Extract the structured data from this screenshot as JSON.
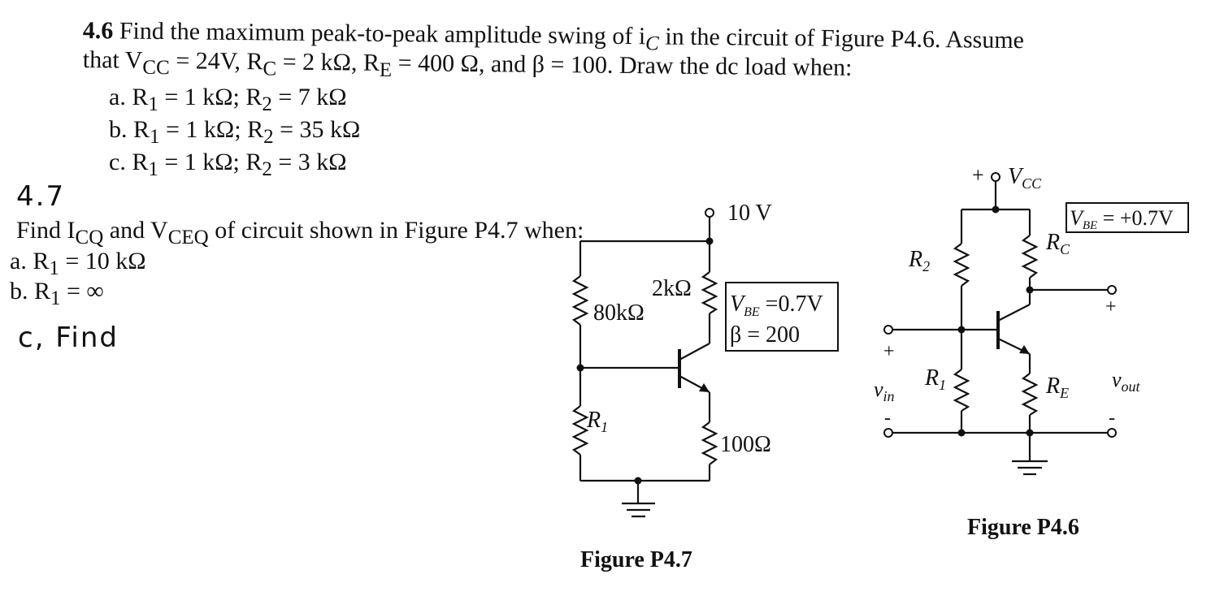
{
  "problem_4_6": {
    "number": "4.6",
    "line1": "Find the maximum peak-to-peak amplitude swing of i",
    "line1_sub": "C",
    "line1_tail": " in the circuit of Figure P4.6. Assume",
    "line2": "that V",
    "line2_sub1": "CC",
    "line2_mid1": " = 24V, R",
    "line2_sub2": "C",
    "line2_mid2": " = 2 kΩ, R",
    "line2_sub3": "E",
    "line2_mid3": " = 400 Ω, and β = 100. Draw the dc load when:",
    "items": [
      {
        "label": "a. R",
        "sub1": "1",
        "v1": " = 1 kΩ; R",
        "sub2": "2",
        "v2": " = 7 kΩ"
      },
      {
        "label": "b. R",
        "sub1": "1",
        "v1": " = 1 kΩ; R",
        "sub2": "2",
        "v2": " = 35 kΩ"
      },
      {
        "label": "c. R",
        "sub1": "1",
        "v1": " = 1 kΩ; R",
        "sub2": "2",
        "v2": " = 3 kΩ"
      }
    ]
  },
  "problem_4_7": {
    "handwritten_number": "4.7",
    "line1_a": "Find I",
    "line1_sub1": "CQ",
    "line1_b": " and V",
    "line1_sub2": "CEQ",
    "line1_c": " of circuit shown in Figure P4.7 when:",
    "item_a": "a. R",
    "item_a_sub": "1",
    "item_a_val": " = 10 kΩ",
    "item_b": "b. R",
    "item_b_sub": "1",
    "item_b_val": " = ∞",
    "handwritten_c": "c, Find"
  },
  "figure_p4_7": {
    "caption": "Figure P4.7",
    "supply": "10 V",
    "r_top": "80kΩ",
    "r_c": "2kΩ",
    "r_bottom": "R",
    "r_bottom_sub": "1",
    "r_e": "100Ω",
    "box_vbe": "V",
    "box_vbe_sub": "BE",
    "box_vbe_val": " =0.7V",
    "box_beta": "β = 200"
  },
  "figure_p4_6": {
    "caption": "Figure P4.6",
    "supply_plus": "+",
    "supply": "V",
    "supply_sub": "CC",
    "box_vbe": "V",
    "box_vbe_sub": "BE",
    "box_vbe_val": " = +0.7V",
    "r2": "R",
    "r2_sub": "2",
    "rc": "R",
    "rc_sub": "C",
    "r1": "R",
    "r1_sub": "1",
    "re": "R",
    "re_sub": "E",
    "vin": "v",
    "vin_sub": "in",
    "vout": "v",
    "vout_sub": "out",
    "plus_in": "+",
    "minus_in": "-",
    "plus_out": "+",
    "minus_out": "-"
  }
}
